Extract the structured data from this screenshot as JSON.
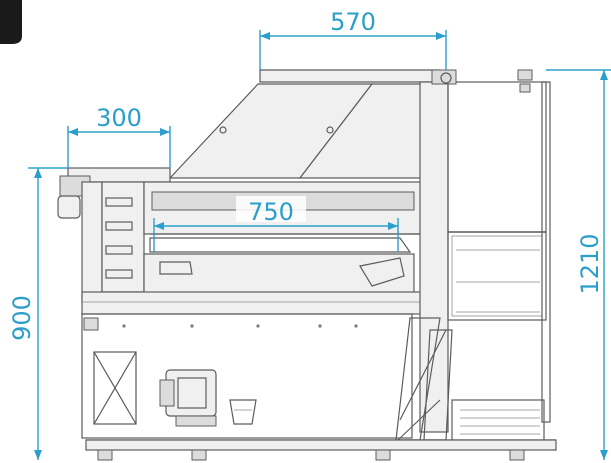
{
  "dimensions": {
    "top_width": "570",
    "shelf_depth": "300",
    "inner_depth": "750",
    "counter_height": "900",
    "total_height": "1210"
  },
  "colors": {
    "dimension": "#2b9fc9",
    "outline": "#5c5c5c",
    "fill": "#f0f0f0",
    "corner_block": "#1a1a1a"
  }
}
